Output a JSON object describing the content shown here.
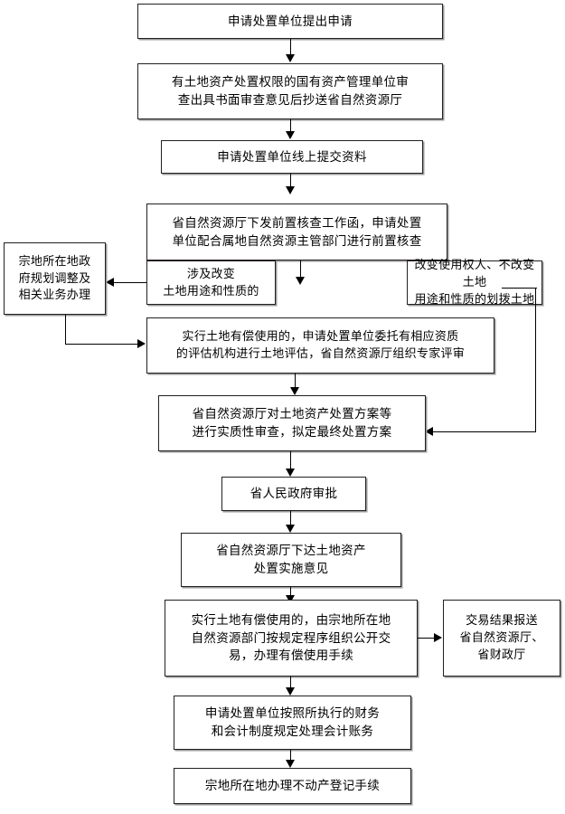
{
  "diagram": {
    "type": "flowchart",
    "orientation": "top-to-bottom",
    "nodes": {
      "apply": "申请处置单位提出申请",
      "state_asset_review": "有土地资产处置权限的国有资产管理单位审\n查出具书面审查意见后抄送省自然资源厅",
      "online_submit": "申请处置单位线上提交资料",
      "pre_check": "省自然资源厅下发前置核查工作函，申请处置\n单位配合属地自然资源主管部门进行前置核查",
      "branch_change_use": "涉及改变\n土地用途和性质的",
      "branch_transfer_user": "改变使用权人、不改变土地\n用途和性质的划拨土地",
      "local_gov_planning": "宗地所在地政\n府规划调整及\n相关业务办理",
      "paid_use_appraisal": "实行土地有偿使用的，申请处置单位委托有相应资质\n的评估机构进行土地评估，省自然资源厅组织专家评审",
      "substantive_review": "省自然资源厅对土地资产处置方案等\n进行实质性审查，拟定最终处置方案",
      "provincial_gov_approval": "省人民政府审批",
      "implementation_opinion": "省自然资源厅下达土地资产\n处置实施意见",
      "public_transaction": "实行土地有偿使用的，由宗地所在地\n自然资源部门按规定程序组织公开交\n易，办理有偿使用手续",
      "report_result": "交易结果报送\n省自然资源厅、\n省财政厅",
      "accounting": "申请处置单位按照所执行的财务\n和会计制度规定处理会计账务",
      "registration": "宗地所在地办理不动产登记手续"
    },
    "edges": [
      {
        "from": "apply",
        "to": "state_asset_review",
        "style": "arrow-down"
      },
      {
        "from": "state_asset_review",
        "to": "online_submit",
        "style": "arrow-down"
      },
      {
        "from": "online_submit",
        "to": "pre_check",
        "style": "arrow-down"
      },
      {
        "from": "pre_check",
        "to": "branch_split",
        "style": "arrow-down"
      },
      {
        "from": "branch_change_use",
        "to": "local_gov_planning",
        "style": "arrow-left"
      },
      {
        "from": "local_gov_planning",
        "to": "paid_use_appraisal",
        "style": "arrow-right"
      },
      {
        "from": "branch_transfer_user",
        "to": "substantive_review",
        "style": "right-loop"
      },
      {
        "from": "paid_use_appraisal",
        "to": "substantive_review",
        "style": "arrow-down"
      },
      {
        "from": "substantive_review",
        "to": "provincial_gov_approval",
        "style": "arrow-down"
      },
      {
        "from": "provincial_gov_approval",
        "to": "implementation_opinion",
        "style": "arrow-down"
      },
      {
        "from": "implementation_opinion",
        "to": "public_transaction",
        "style": "arrow-down"
      },
      {
        "from": "public_transaction",
        "to": "report_result",
        "style": "arrow-right"
      },
      {
        "from": "public_transaction",
        "to": "accounting",
        "style": "arrow-down"
      },
      {
        "from": "accounting",
        "to": "registration",
        "style": "arrow-down"
      }
    ],
    "colors": {
      "background": "#ffffff",
      "box_border": "#231f20",
      "box_fill": "#ffffff",
      "text": "#000000",
      "connector": "#000000",
      "shadow": "#9a9a9a"
    }
  }
}
